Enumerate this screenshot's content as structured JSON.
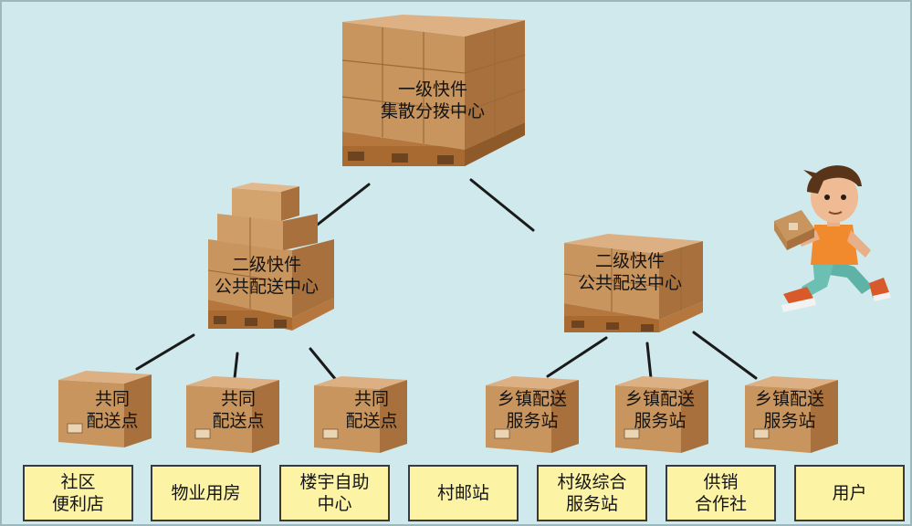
{
  "top_center": {
    "line1": "一级快件",
    "line2": "集散分拨中心"
  },
  "second_left": {
    "line1": "二级快件",
    "line2": "公共配送中心"
  },
  "second_right": {
    "line1": "二级快件",
    "line2": "公共配送中心"
  },
  "leaf_left": [
    {
      "line1": "共同",
      "line2": "配送点"
    },
    {
      "line1": "共同",
      "line2": "配送点"
    },
    {
      "line1": "共同",
      "line2": "配送点"
    }
  ],
  "leaf_right": [
    {
      "line1": "乡镇配送",
      "line2": "服务站"
    },
    {
      "line1": "乡镇配送",
      "line2": "服务站"
    },
    {
      "line1": "乡镇配送",
      "line2": "服务站"
    }
  ],
  "bottom_row": [
    {
      "line1": "社区",
      "line2": "便利店"
    },
    {
      "line1": "物业用房",
      "line2": ""
    },
    {
      "line1": "楼宇自助",
      "line2": "中心"
    },
    {
      "line1": "村邮站",
      "line2": ""
    },
    {
      "line1": "村级综合",
      "line2": "服务站"
    },
    {
      "line1": "供销",
      "line2": "合作社"
    },
    {
      "line1": "用户",
      "line2": ""
    }
  ],
  "colors": {
    "background": "#cfe9ec",
    "cardboard": "#c4905a",
    "pallet": "#b97a40",
    "label_box": "#fdf3a5"
  }
}
